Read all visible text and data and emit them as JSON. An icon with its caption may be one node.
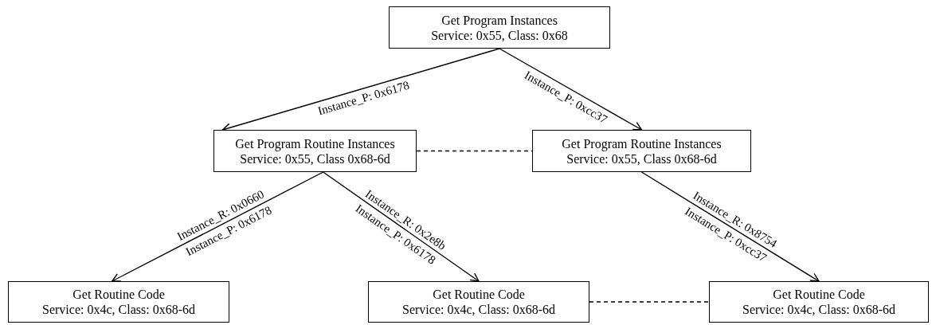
{
  "diagram": {
    "nodes": [
      {
        "text": [
          "Get Program Instances",
          "Service: 0x55, Class: 0x68"
        ]
      },
      {
        "text": [
          "Get Program Routine Instances",
          "Service: 0x55, Class 0x68-6d"
        ]
      },
      {
        "text": [
          "Get Program Routine Instances",
          "Service: 0x55, Class 0x68-6d"
        ]
      },
      {
        "text": [
          "Get Routine Code",
          "Service: 0x4c, Class: 0x68-6d"
        ]
      },
      {
        "text": [
          "Get Routine Code",
          "Service: 0x4c, Class: 0x68-6d"
        ]
      },
      {
        "text": [
          "Get Routine Code",
          "Service: 0x4c, Class: 0x68-6d"
        ]
      }
    ],
    "edges": [
      {
        "from": 0,
        "to": 1,
        "arrow": "to",
        "label": "Instance_P: 0x6178"
      },
      {
        "from": 0,
        "to": 2,
        "arrow": "to",
        "label": "Instance_P: 0xcc37"
      },
      {
        "from": 1,
        "to": 2,
        "arrow": "none",
        "style": "dashed"
      },
      {
        "from": 1,
        "to": 3,
        "arrow": "to",
        "label": "Instance_R: 0x0660 Instance_P: 0x6178"
      },
      {
        "from": 1,
        "to": 4,
        "arrow": "to",
        "label": "Instance_R: 0x2e8b Instance_P: 0x6178"
      },
      {
        "from": 2,
        "to": 5,
        "arrow": "to",
        "label": "Instance_R: 0x8754 Instance_P: 0xcc37"
      },
      {
        "from": 4,
        "to": 5,
        "arrow": "none",
        "style": "dashed"
      }
    ]
  }
}
